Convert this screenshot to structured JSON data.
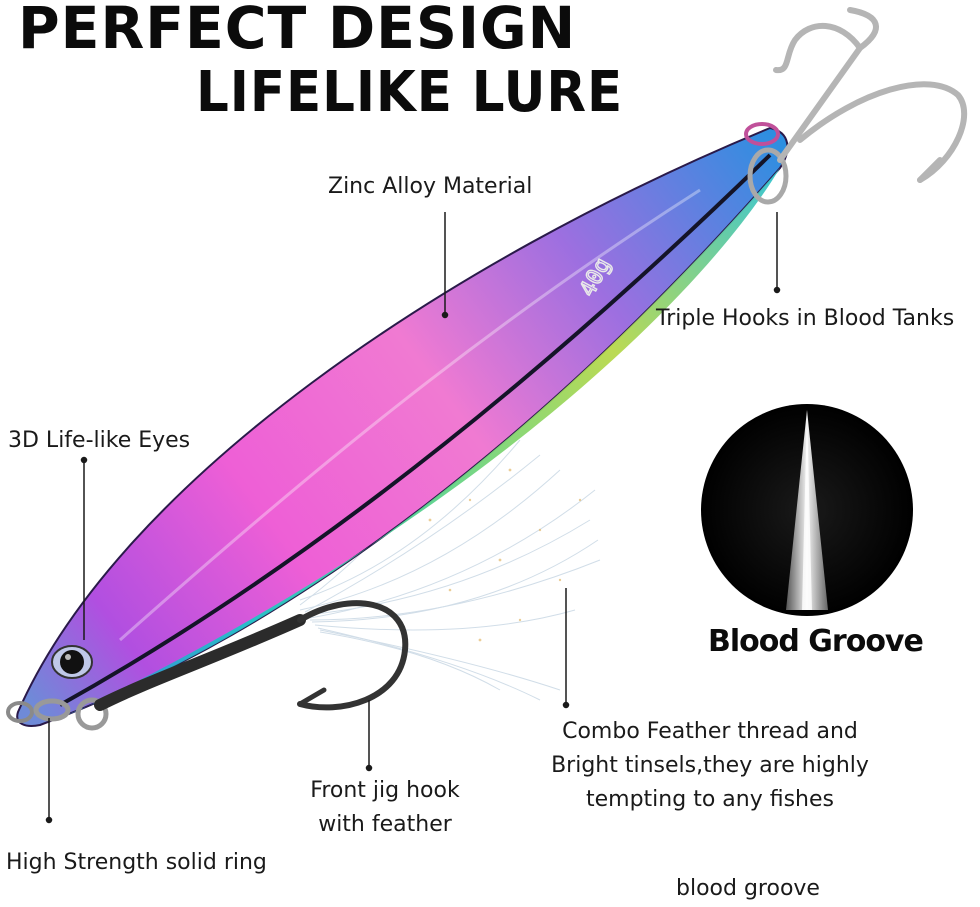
{
  "headline": {
    "line1": "PERFECT DESIGN",
    "line2": "LIFELIKE  LURE"
  },
  "callouts": {
    "zinc_alloy": "Zinc Alloy Material",
    "triple_hooks": "Triple Hooks in Blood Tanks",
    "eyes": "3D Life-like Eyes",
    "front_hook_line1": "Front jig hook",
    "front_hook_line2": "with feather",
    "feather_line1": "Combo Feather thread and",
    "feather_line2": "Bright tinsels,they are highly",
    "feather_line3": "tempting to any fishes",
    "solid_ring": "High Strength solid ring",
    "blood_groove_title": "Blood Groove",
    "blood_groove_caption": "blood groove"
  },
  "lure": {
    "weight_mark": "40g"
  }
}
